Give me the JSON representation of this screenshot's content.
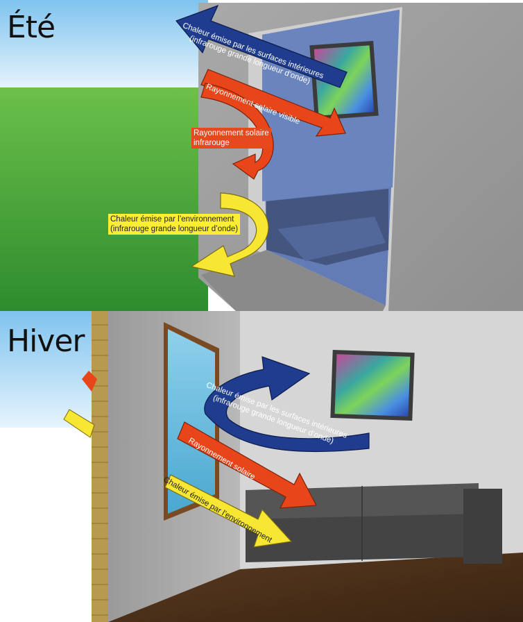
{
  "summer": {
    "title": "Été",
    "labels": {
      "interior_heat_line1": "Chaleur émise par les surfaces intérieures",
      "interior_heat_line2": "(infrarouge grande longueur d’onde)",
      "solar_visible": "Rayonnement solaire visible",
      "solar_ir_line1": "Rayonnement solaire",
      "solar_ir_line2": "infrarouge",
      "env_heat_line1": "Chaleur émise par l’environnement",
      "env_heat_line2": "(infrarouge grande longueur d’onde)"
    }
  },
  "winter": {
    "title": "Hiver",
    "labels": {
      "interior_heat_line1": "Chaleur émise par les surfaces intérieures",
      "interior_heat_line2": "(infrarouge grande longueur d’onde)",
      "solar": "Rayonnement solaire",
      "env_heat": "Chaleur émise par l’environnement"
    }
  },
  "colors": {
    "interior_heat_arrow": "#1f3c8f",
    "solar_arrow": "#e8461a",
    "env_heat_arrow": "#f7e733",
    "grass": "#3e9a3a",
    "sky": "#9fd0ee",
    "wall": "#9e9e9e",
    "floor": "#4a2e18"
  }
}
